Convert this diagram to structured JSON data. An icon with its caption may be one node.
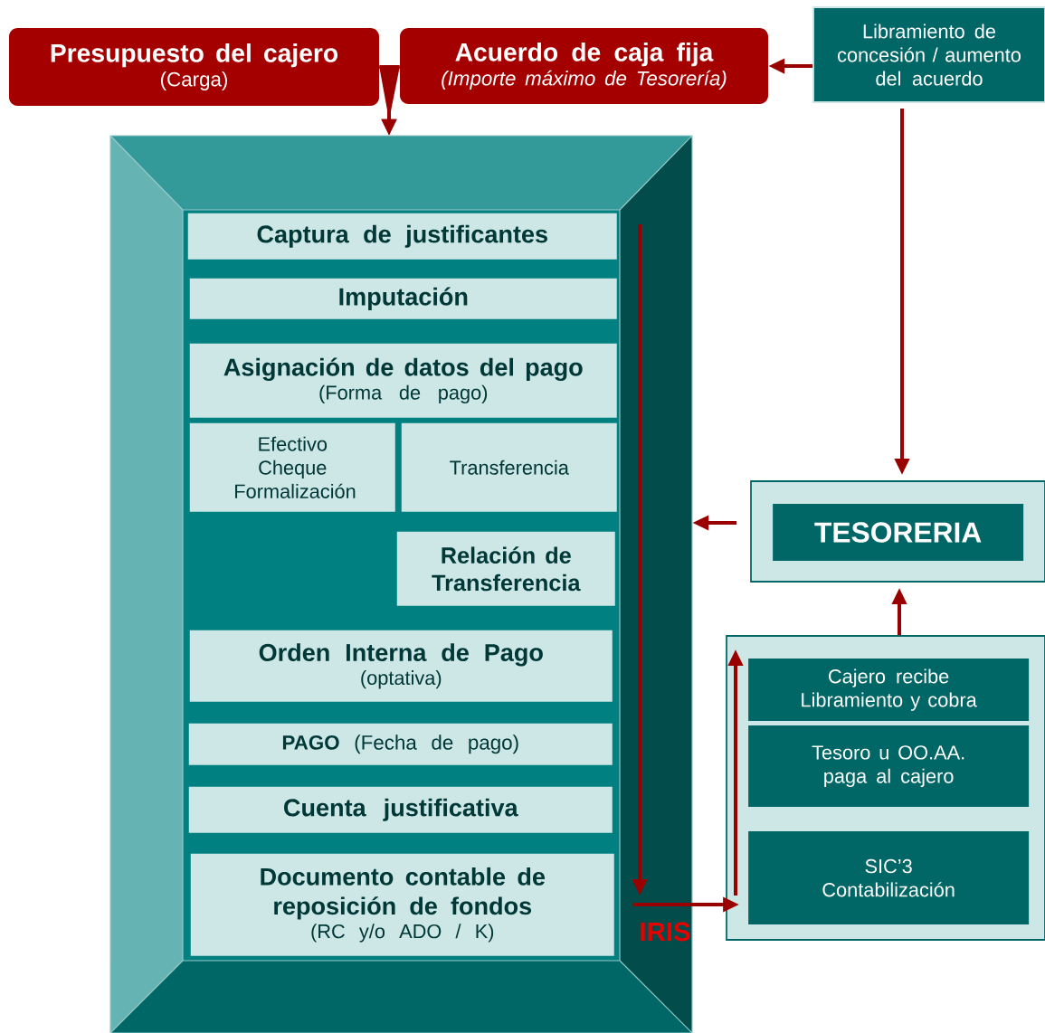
{
  "diagram": {
    "nodes": [
      {
        "text": [
          "Presupuesto del cajero",
          "(Carga)"
        ]
      },
      {
        "text": [
          "Acuerdo de caja fija",
          "(Importe máximo de Tesorería)"
        ]
      },
      {
        "text": [
          "Libramiento de concesión / aumento del acuerdo"
        ]
      },
      {
        "text": [],
        "shape": "box"
      },
      {
        "text": [
          "Captura de justificantes"
        ],
        "in": 3
      },
      {
        "text": [
          "Imputación"
        ],
        "in": 3
      },
      {
        "text": [
          "Asignación de datos del pago",
          "(Forma de pago)"
        ],
        "in": 3
      },
      {
        "text": [
          "Efectivo Cheque Formalización"
        ],
        "in": 3
      },
      {
        "text": [
          "Transferencia"
        ],
        "in": 3
      },
      {
        "text": [
          "Relación de Transferencia"
        ],
        "in": 3
      },
      {
        "text": [
          "Orden Interna de Pago",
          "(optativa)"
        ],
        "in": 3
      },
      {
        "text": [
          "**PAGO** (Fecha de pago)"
        ],
        "in": 3
      },
      {
        "text": [
          "Cuenta justificativa"
        ],
        "in": 3
      },
      {
        "text": [
          "Documento contable de reposición de fondos",
          "(RC y/o ADO / K)"
        ],
        "in": 3
      },
      {
        "text": [],
        "shape": "box"
      },
      {
        "text": [
          "TESORERIA"
        ],
        "in": 14
      },
      {
        "text": [],
        "shape": "box"
      },
      {
        "text": [
          "Cajero recibe Libramiento y cobra"
        ],
        "in": 16
      },
      {
        "text": [
          "Tesoro u OO.AA. paga al cajero"
        ],
        "in": 16
      },
      {
        "text": [
          "SIC’3 Contabilización"
        ],
        "in": 16
      }
    ],
    "edges": [
      {
        "from": 0,
        "to": 3,
        "arrow": "to"
      },
      {
        "from": 1,
        "to": 3,
        "arrow": "to"
      },
      {
        "from": 2,
        "to": 1,
        "arrow": "to"
      },
      {
        "from": 2,
        "to": 14,
        "arrow": "to"
      },
      {
        "from": 14,
        "to": 3,
        "arrow": "to"
      },
      {
        "from": 3,
        "to": 16,
        "arrow": "to"
      },
      {
        "from": 16,
        "to": 14,
        "arrow": "to"
      }
    ],
    "labels": [
      "IRIS"
    ]
  }
}
